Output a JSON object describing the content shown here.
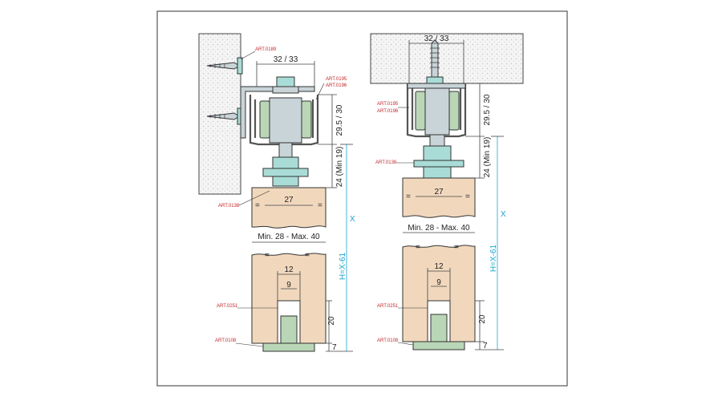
{
  "colors": {
    "wood": "#f1d8bd",
    "wall": "#f0f0f0",
    "cyan_dim": "#1aa4d1",
    "red_label": "#c0282b"
  },
  "left_view": {
    "labels": {
      "art_0189": "ART.0189",
      "art_0195": "ART.0195",
      "art_0196": "ART.0196",
      "art_0138": "ART.0138",
      "art_0251": "ART.0251",
      "art_0108": "ART.0108"
    },
    "dims": {
      "width_top": "32 / 33",
      "height_track": "29.5 / 30",
      "height_hanger": "24 (Min 19)",
      "door_top": "27",
      "eq": "=",
      "range": "Min. 28 - Max. 40",
      "x": "X",
      "hx": "H=X-61",
      "w12": "12",
      "w9": "9",
      "h20": "20",
      "h7": "7"
    }
  },
  "right_view": {
    "labels": {
      "art_0195": "ART.0195",
      "art_0196": "ART.0196",
      "art_0138": "ART.0138",
      "art_0251": "ART.0251",
      "art_0108": "ART.0108"
    },
    "dims": {
      "width_top": "32 / 33",
      "height_track": "29.5 / 30",
      "height_hanger": "24 (Min 19)",
      "door_top": "27",
      "eq": "=",
      "range": "Min. 28 - Max. 40",
      "x": "X",
      "hx": "H=X-61",
      "w12": "12",
      "w9": "9",
      "h20": "20",
      "h7": "7"
    }
  }
}
